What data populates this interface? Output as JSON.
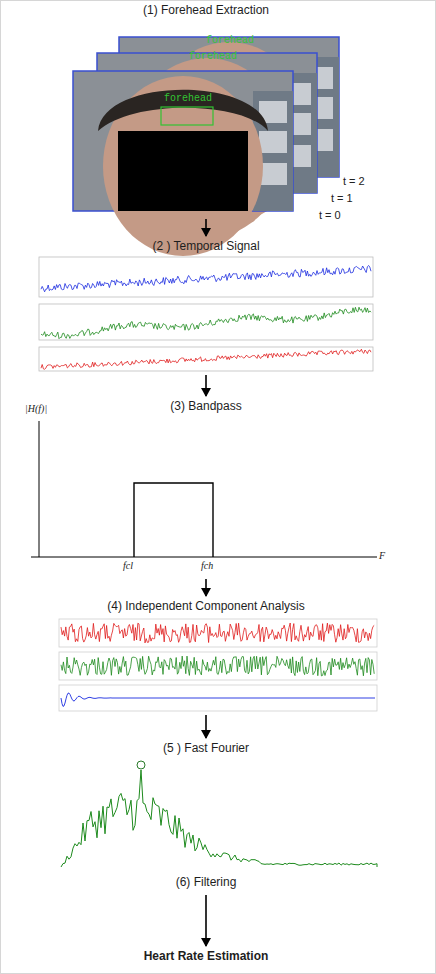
{
  "diagram": {
    "nodes": [
      {
        "text": [
          "(1) Forehead Extraction"
        ]
      },
      {
        "text": [
          "(2 ) Temporal Signal"
        ]
      },
      {
        "text": [
          "(3) Bandpass"
        ]
      },
      {
        "text": [
          "(4) Independent Component Analysis"
        ]
      },
      {
        "text": [
          "(5 ) Fast Fourier"
        ]
      },
      {
        "text": [
          "(6) Filtering"
        ]
      },
      {
        "text": [
          "Heart Rate Estimation"
        ]
      }
    ],
    "edges": [
      {
        "from": 0,
        "to": 1,
        "arrow": "to"
      },
      {
        "from": 1,
        "to": 2,
        "arrow": "to"
      },
      {
        "from": 2,
        "to": 3,
        "arrow": "to"
      },
      {
        "from": 3,
        "to": 4,
        "arrow": "to"
      },
      {
        "from": 5,
        "to": 6,
        "arrow": "to"
      }
    ],
    "labels": [
      "forehead",
      "forehead",
      "forehead",
      "t = 2",
      "t = 1",
      "t = 0",
      "|H(f)|",
      "fcl",
      "fch",
      "F"
    ]
  }
}
